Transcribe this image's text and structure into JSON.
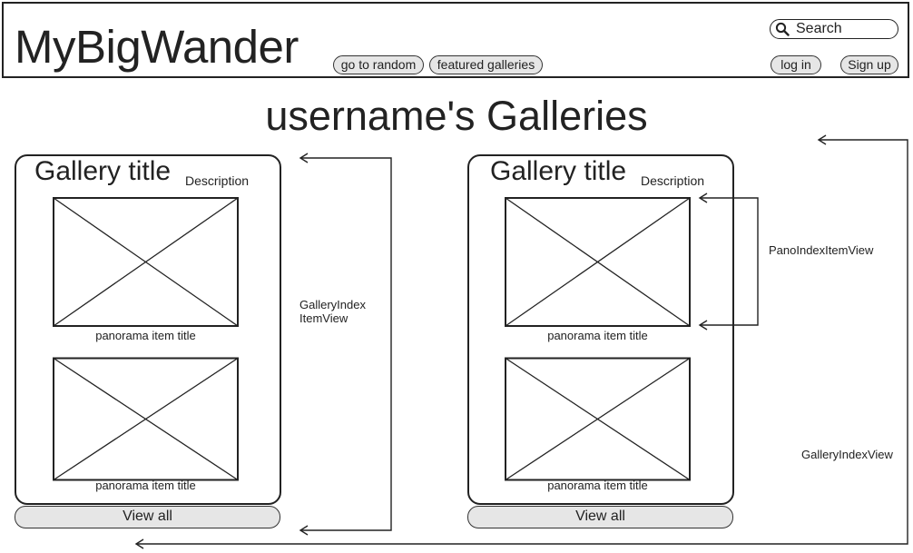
{
  "header": {
    "logo": "MyBigWander",
    "nav": [
      {
        "label": "go to random"
      },
      {
        "label": "featured galleries"
      }
    ],
    "search": {
      "placeholder": "Search"
    },
    "auth": {
      "login": "log in",
      "signup": "Sign up"
    }
  },
  "page_title": "username's Galleries",
  "galleries": [
    {
      "title": "Gallery title",
      "description": "Description",
      "panoramas": [
        {
          "title": "panorama item title"
        },
        {
          "title": "panorama item title"
        }
      ],
      "view_all": "View all"
    },
    {
      "title": "Gallery title",
      "description": "Description",
      "panoramas": [
        {
          "title": "panorama item title"
        },
        {
          "title": "panorama item title"
        }
      ],
      "view_all": "View all"
    }
  ],
  "annotations": {
    "gallery_index_item_view": "GalleryIndex\nItemView",
    "pano_index_item_view": "PanoIndexItemView",
    "gallery_index_view": "GalleryIndexView"
  },
  "colors": {
    "stroke": "#222222",
    "button_fill": "#e6e6e6",
    "background": "#ffffff"
  }
}
